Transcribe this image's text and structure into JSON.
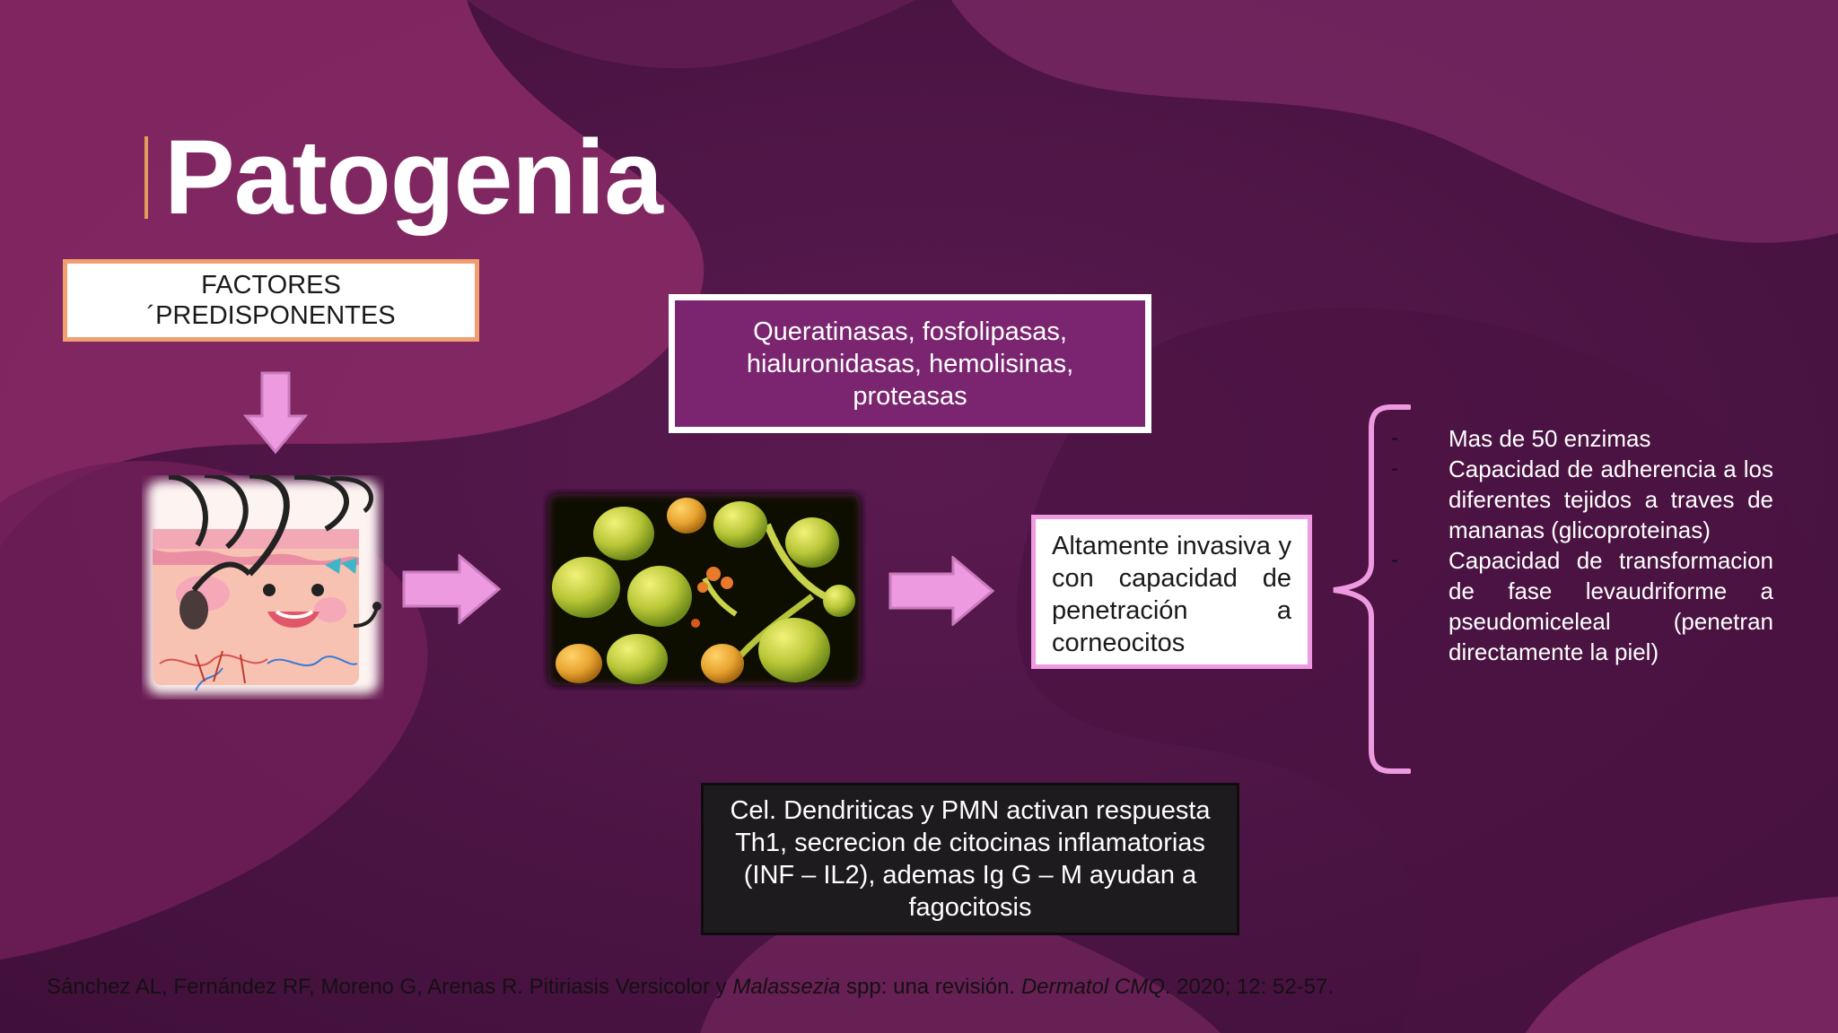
{
  "slide": {
    "title": "Patogenia",
    "factors_box": "FACTORES\n´PREDISPONENTES",
    "enzymes_box": "Queratinasas, fosfolipasas,\nhialuronidasas, hemolisinas,\nproteasas",
    "invasive_box": "Altamente invasiva y con capacidad de penetración a corneocitos",
    "immune_box": "Cel. Dendriticas y  PMN activan respuesta Th1, secrecion de citocinas inflamatorias (INF – IL2), ademas Ig G – M ayudan a fagocitosis",
    "characteristics": [
      "Mas de 50 enzimas",
      "Capacidad de adherencia a los diferentes tejidos a traves de mananas (glicoproteinas)",
      "Capacidad de transformacion de fase levaudriforme a pseudomiceleal (penetran directamente la piel)"
    ],
    "citation": {
      "authors": "Sánchez AL, Fernández RF, Moreno G, Arenas R. Pitiriasis Versicolor y ",
      "genus": "Malassezia",
      "title_rest": " spp: una revisión. ",
      "journal": "Dermatol CMQ",
      "details": ". 2020; 12: 52-57."
    }
  },
  "icons": {
    "arrow_down": "arrow-down-icon",
    "arrow_right_1": "arrow-right-icon",
    "arrow_right_2": "arrow-right-icon",
    "brace": "left-brace-icon"
  },
  "colors": {
    "background": "#5e1a4e",
    "arrow_fill": "#ee9ae0",
    "factors_border": "#f0a070",
    "enzymes_fill": "#7b2570",
    "invasive_border": "#ee9ae0",
    "immune_fill": "#1e1b1e"
  }
}
